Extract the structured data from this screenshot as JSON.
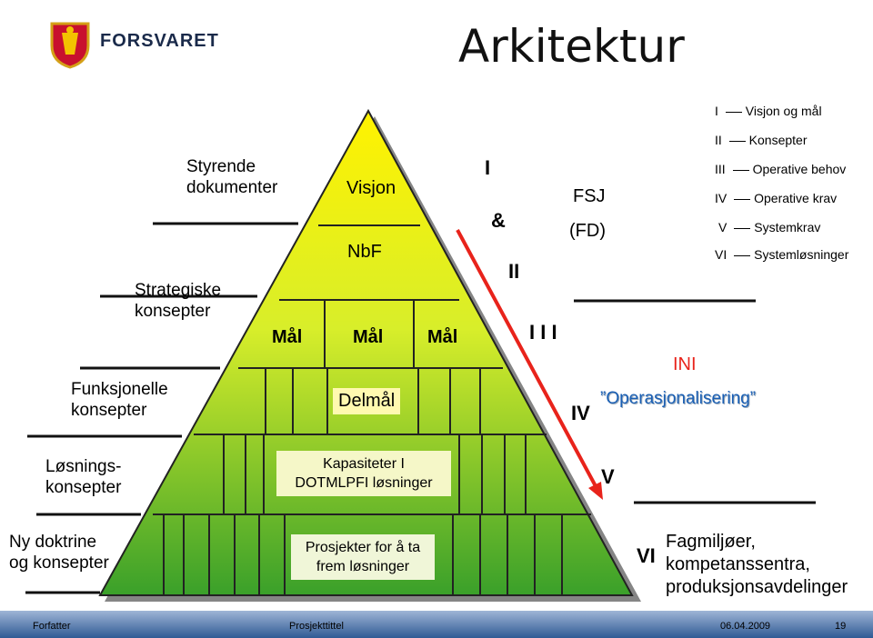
{
  "brand": {
    "name": "FORSVARET"
  },
  "title": "Arkitektur",
  "legend": [
    {
      "num": "I",
      "text": "Visjon og mål"
    },
    {
      "num": "II",
      "text": "Konsepter"
    },
    {
      "num": "III",
      "text": "Operative behov"
    },
    {
      "num": "IV",
      "text": "Operative krav"
    },
    {
      "num": "V",
      "text": "Systemkrav"
    },
    {
      "num": "VI",
      "text": "Systemløsninger"
    }
  ],
  "left_labels": {
    "styrende": [
      "Styrende",
      "dokumenter"
    ],
    "strategiske": [
      "Strategiske",
      "konsepter"
    ],
    "funksjonelle": [
      "Funksjonelle",
      "konsepter"
    ],
    "losnings": [
      "Løsnings-",
      "konsepter"
    ],
    "ny_doktrine": [
      "Ny doktrine",
      "og konsepter"
    ]
  },
  "pyramid": {
    "visjon": "Visjon",
    "nbf": "NbF",
    "mal": [
      "Mål",
      "Mål",
      "Mål"
    ],
    "delmal": "Delmål",
    "kapasiteter": [
      "Kapasiteter I",
      "DOTMLPFI løsninger"
    ],
    "prosjekter": [
      "Prosjekter for å ta",
      "frem løsninger"
    ]
  },
  "right_labels": {
    "roman_I": "I",
    "amp": "&",
    "roman_II": "II",
    "fsj": "FSJ",
    "fd": "(FD)",
    "roman_III": "I I I",
    "ini": "INI",
    "operasjonalisering": "”Operasjonalisering”",
    "roman_IV": "IV",
    "roman_V": "V",
    "roman_VI": "VI",
    "fagmiljoer": [
      "Fagmiljøer,",
      "kompetanssentra,",
      "produksjonsavdelinger"
    ]
  },
  "footer": {
    "author": "Forfatter",
    "project": "Prosjekttittel",
    "date": "06.04.2009",
    "page": "19"
  },
  "colors": {
    "pyramid_top": "#fff200",
    "pyramid_bottom": "#3aa02a",
    "arrow": "#e8231b",
    "ini": "#e8231b",
    "operasjonalisering": "#1a5fb4",
    "footer": "#2f5a94"
  }
}
